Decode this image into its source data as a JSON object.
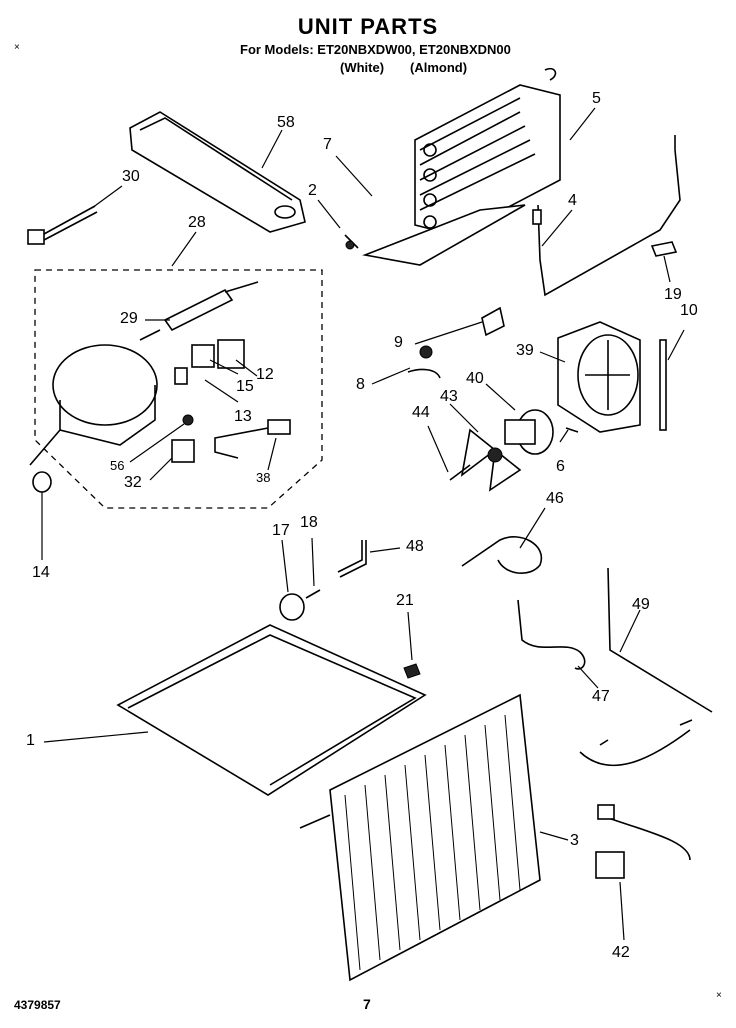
{
  "header": {
    "title": "UNIT PARTS",
    "models": "For Models: ET20NBXDW00, ET20NBXDN00",
    "variant_white": "(White)",
    "variant_almond": "(Almond)"
  },
  "callouts": [
    "58",
    "30",
    "7",
    "2",
    "5",
    "4",
    "28",
    "29",
    "19",
    "10",
    "9",
    "39",
    "8",
    "40",
    "43",
    "44",
    "6",
    "13",
    "15",
    "12",
    "56",
    "32",
    "38",
    "14",
    "17",
    "18",
    "48",
    "46",
    "21",
    "49",
    "1",
    "47",
    "3",
    "42"
  ],
  "footer": {
    "doc_number": "4379857",
    "page_number": "7"
  },
  "corner_marks": [
    "×",
    "×"
  ]
}
